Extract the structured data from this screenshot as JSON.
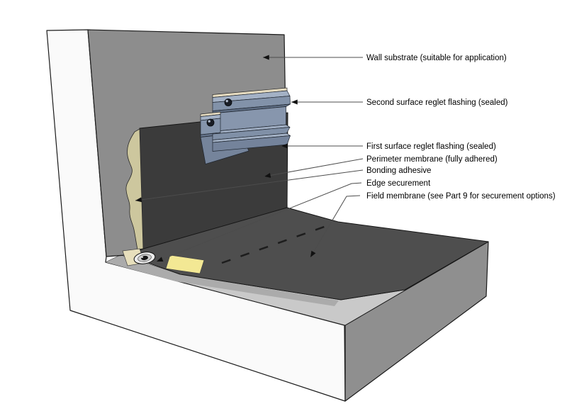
{
  "diagram": {
    "type": "isometric-roof-edge-flashing-detail",
    "labels": [
      {
        "id": "wall-substrate",
        "text": "Wall substrate (suitable for application)"
      },
      {
        "id": "second-surface-reglet",
        "text": "Second surface reglet flashing (sealed)"
      },
      {
        "id": "first-surface-reglet",
        "text": "First surface reglet flashing (sealed)"
      },
      {
        "id": "perimeter-membrane",
        "text": "Perimeter membrane (fully adhered)"
      },
      {
        "id": "bonding-adhesive",
        "text": "Bonding adhesive"
      },
      {
        "id": "edge-securement",
        "text": "Edge securement"
      },
      {
        "id": "field-membrane",
        "text": "Field membrane (see Part 9 for securement options)"
      }
    ],
    "colors": {
      "background": "#ffffff",
      "wall_substrate": "#8d8d8d",
      "wall_side_face": "#fafafa",
      "perimeter_membrane": "#3b3b3b",
      "field_membrane": "#4e4e4e",
      "deck_border": "#c9c9c9",
      "deck_side_face": "#8f8f8f",
      "flashing_steel": "#8796ad",
      "sealant_bead": "#e6dcc1",
      "bonding_adhesive": "#cdc79e",
      "seam_adhesive": "#f3e894"
    }
  }
}
